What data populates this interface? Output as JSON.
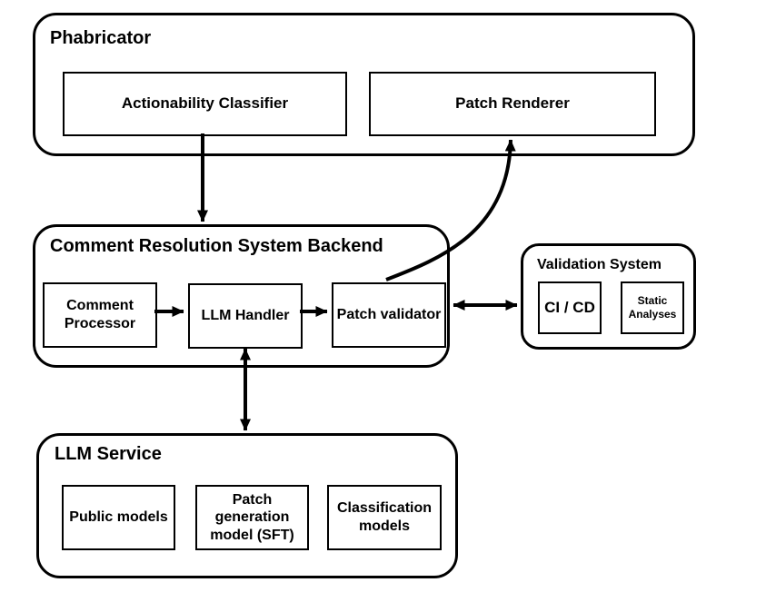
{
  "diagram": {
    "colors": {
      "stroke": "#000000",
      "background": "#ffffff"
    },
    "containers": [
      {
        "id": "phabricator",
        "title": "Phabricator",
        "boxes": [
          {
            "id": "actionability-classifier",
            "label": "Actionability Classifier"
          },
          {
            "id": "patch-renderer",
            "label": "Patch Renderer"
          }
        ]
      },
      {
        "id": "comment-resolution-system-backend",
        "title": "Comment Resolution System Backend",
        "boxes": [
          {
            "id": "comment-processor",
            "label": "Comment Processor"
          },
          {
            "id": "llm-handler",
            "label": "LLM Handler"
          },
          {
            "id": "patch-validator",
            "label": "Patch validator"
          }
        ]
      },
      {
        "id": "validation-system",
        "title": "Validation System",
        "boxes": [
          {
            "id": "ci-cd",
            "label": "CI / CD"
          },
          {
            "id": "static-analyses",
            "label": "Static Analyses"
          }
        ]
      },
      {
        "id": "llm-service",
        "title": "LLM Service",
        "boxes": [
          {
            "id": "public-models",
            "label": "Public models"
          },
          {
            "id": "patch-generation-model-sft",
            "label": "Patch generation model (SFT)"
          },
          {
            "id": "classification-models",
            "label": "Classification models"
          }
        ]
      }
    ],
    "edges": [
      {
        "from": "actionability-classifier",
        "to": "comment-resolution-system-backend",
        "style": "arrow"
      },
      {
        "from": "comment-processor",
        "to": "llm-handler",
        "style": "arrow"
      },
      {
        "from": "llm-handler",
        "to": "patch-validator",
        "style": "arrow"
      },
      {
        "from": "patch-validator",
        "to": "validation-system",
        "style": "double-arrow"
      },
      {
        "from": "llm-handler",
        "to": "llm-service",
        "style": "double-arrow"
      },
      {
        "from": "patch-validator",
        "to": "patch-renderer",
        "style": "curved-arrow"
      }
    ]
  }
}
